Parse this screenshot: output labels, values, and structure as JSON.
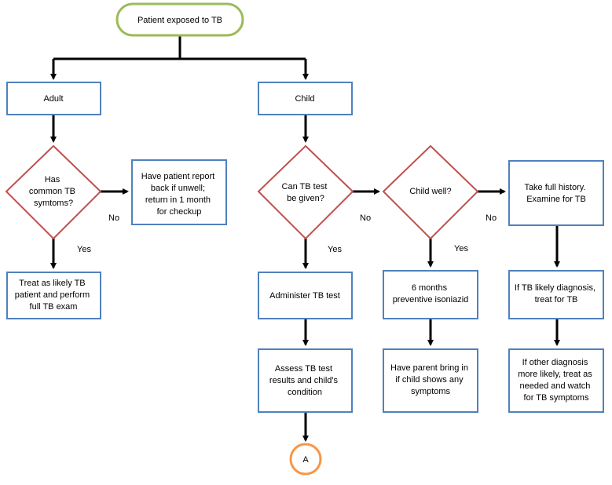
{
  "colors": {
    "box_stroke": "#4f81bd",
    "diamond_stroke": "#c0504d",
    "start_stroke": "#9bbb59",
    "connector_stroke": "#f79646",
    "arrow": "#000000"
  },
  "nodes": {
    "start": "Patient exposed to TB",
    "adult": "Adult",
    "child": "Child",
    "adult_symptoms": [
      "Has",
      "common TB",
      "symtoms?"
    ],
    "report_back": [
      "Have patient report",
      "back if unwell;",
      "return in 1 month",
      "for checkup"
    ],
    "treat_adult": [
      "Treat as likely TB",
      "patient and perform",
      "full TB exam"
    ],
    "can_test": [
      "Can TB test",
      "be given?"
    ],
    "child_well": "Child well?",
    "full_history": [
      "Take full history.",
      "Examine for TB"
    ],
    "administer_test": "Administer TB test",
    "assess_results": [
      "Assess TB test",
      "results and child's",
      "condition"
    ],
    "connector_a": "A",
    "isoniazid": [
      "6 months",
      "preventive isoniazid"
    ],
    "parent_bring": [
      "Have parent bring in",
      "if child shows any",
      "symptoms"
    ],
    "treat_likely": [
      "If TB likely diagnosis,",
      "treat for TB"
    ],
    "other_diagnosis": [
      "If other diagnosis",
      "more likely, treat as",
      "needed and watch",
      "for TB symptoms"
    ]
  },
  "edge_labels": {
    "adult_no": "No",
    "adult_yes": "Yes",
    "test_no": "No",
    "test_yes": "Yes",
    "well_no": "No",
    "well_yes": "Yes"
  }
}
